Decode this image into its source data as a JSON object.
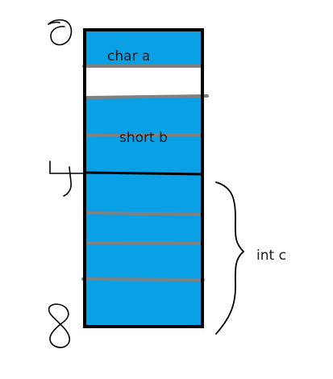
{
  "colors": {
    "background": "#ffffff",
    "block_fill": "#0aa0e6",
    "padding_fill": "#ffffff",
    "outline": "#000000",
    "divider": "#808080",
    "label": "#1a1a1a",
    "handwriting": "#000000"
  },
  "fields": [
    {
      "id": "char-a",
      "label": "char a"
    },
    {
      "id": "short-b",
      "label": "short b"
    },
    {
      "id": "int-c",
      "label": "int c"
    }
  ],
  "padding": {
    "has_padding_after_char": true
  },
  "markers": [
    {
      "id": "offset-0",
      "value": 0
    },
    {
      "id": "offset-4",
      "value": 4
    },
    {
      "id": "offset-8",
      "value": 8
    }
  ]
}
